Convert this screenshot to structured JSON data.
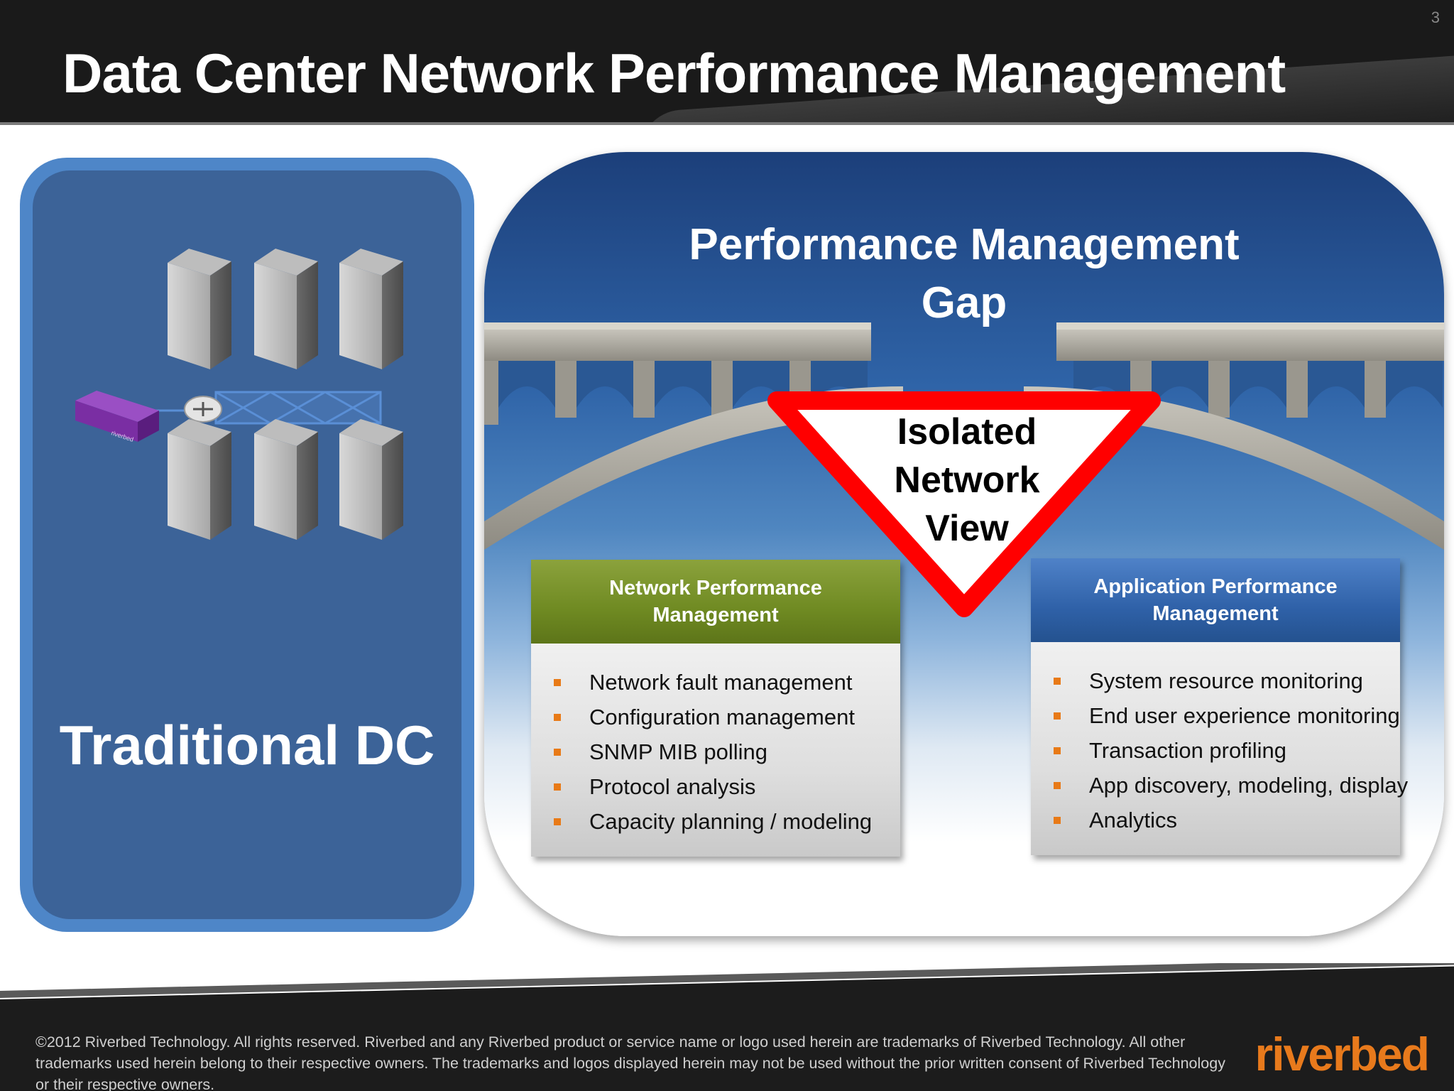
{
  "header": {
    "title": "Data Center Network Performance Management",
    "page_number": "3"
  },
  "left_panel": {
    "label": "Traditional DC",
    "device_text": "riverbed"
  },
  "right_panel": {
    "title_line1": "Performance Management",
    "title_line2": "Gap",
    "warning": {
      "line1": "Isolated",
      "line2": "Network",
      "line3": "View"
    },
    "npm_box": {
      "header_line1": "Network Performance",
      "header_line2": "Management",
      "items": [
        "Network fault management",
        "Configuration management",
        "SNMP MIB polling",
        "Protocol analysis",
        "Capacity planning / modeling"
      ]
    },
    "apm_box": {
      "header_line1": "Application Performance",
      "header_line2": "Management",
      "items": [
        "System resource monitoring",
        "End user experience monitoring",
        "Transaction profiling",
        "App discovery, modeling, display",
        "Analytics"
      ]
    }
  },
  "footer": {
    "copyright": "©2012 Riverbed Technology. All rights reserved. Riverbed and any Riverbed product or service name or logo used herein are trademarks of Riverbed Technology. All other trademarks used herein belong to their respective owners. The trademarks and logos displayed herein may not be used without the prior written consent of Riverbed Technology or their respective owners.",
    "logo": "riverbed"
  },
  "colors": {
    "accent_orange": "#e87a17",
    "npm_green": "#6f8a22",
    "apm_blue": "#2f61a8",
    "left_panel_blue": "#3c6398",
    "warning_red": "#ff0000"
  }
}
